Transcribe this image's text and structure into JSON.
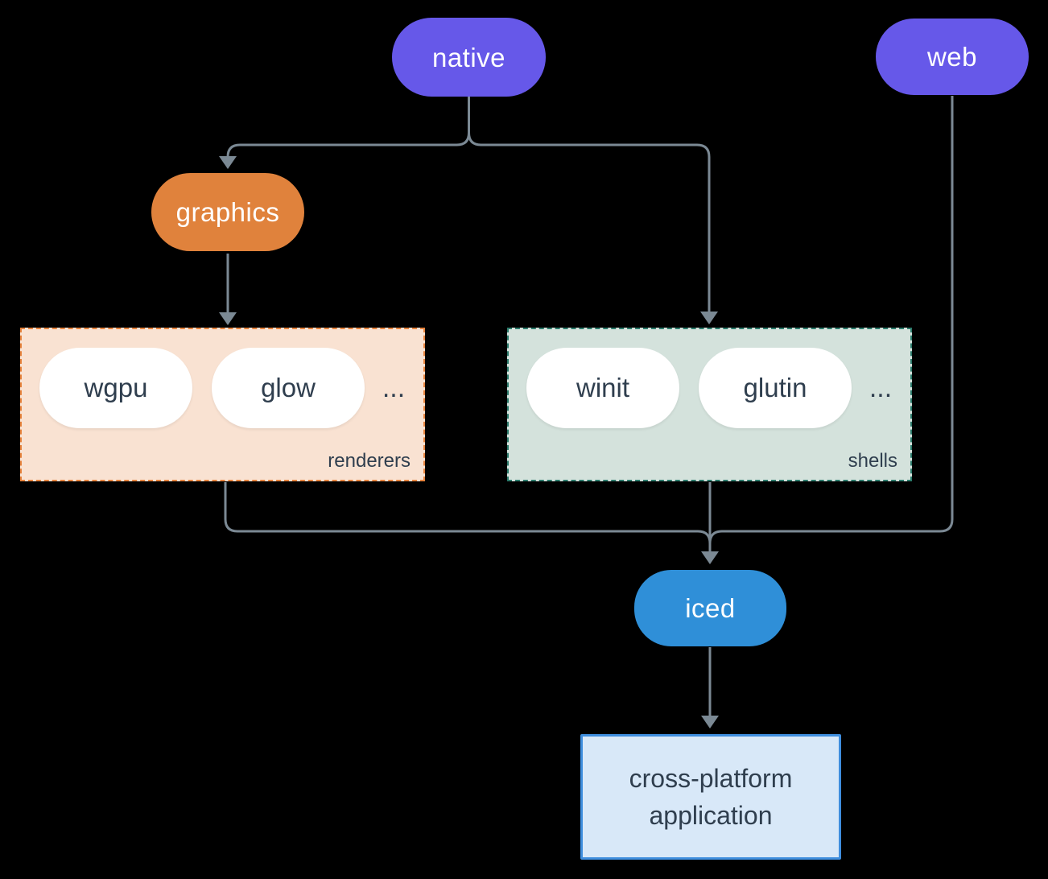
{
  "diagram": {
    "nodes": {
      "native": {
        "label": "native"
      },
      "web": {
        "label": "web"
      },
      "graphics": {
        "label": "graphics"
      },
      "iced": {
        "label": "iced"
      },
      "application": {
        "label_line1": "cross-platform",
        "label_line2": "application"
      }
    },
    "groups": {
      "renderers": {
        "label": "renderers",
        "items": [
          "wgpu",
          "glow"
        ],
        "ellipsis": "..."
      },
      "shells": {
        "label": "shells",
        "items": [
          "winit",
          "glutin"
        ],
        "ellipsis": "..."
      }
    },
    "colors": {
      "background": "#000000",
      "purple": "#6658e9",
      "orange": "#e0823c",
      "blue": "#2f8fd8",
      "peach": "#f9e2d2",
      "orange_border": "#e6823c",
      "sage": "#d4e2dc",
      "teal_border": "#2b7a6b",
      "app_fill": "#d8e8f8",
      "app_border": "#3f8ede",
      "pill_white": "#ffffff",
      "dark_text": "#2f3e4e",
      "line": "#7b8994"
    }
  }
}
